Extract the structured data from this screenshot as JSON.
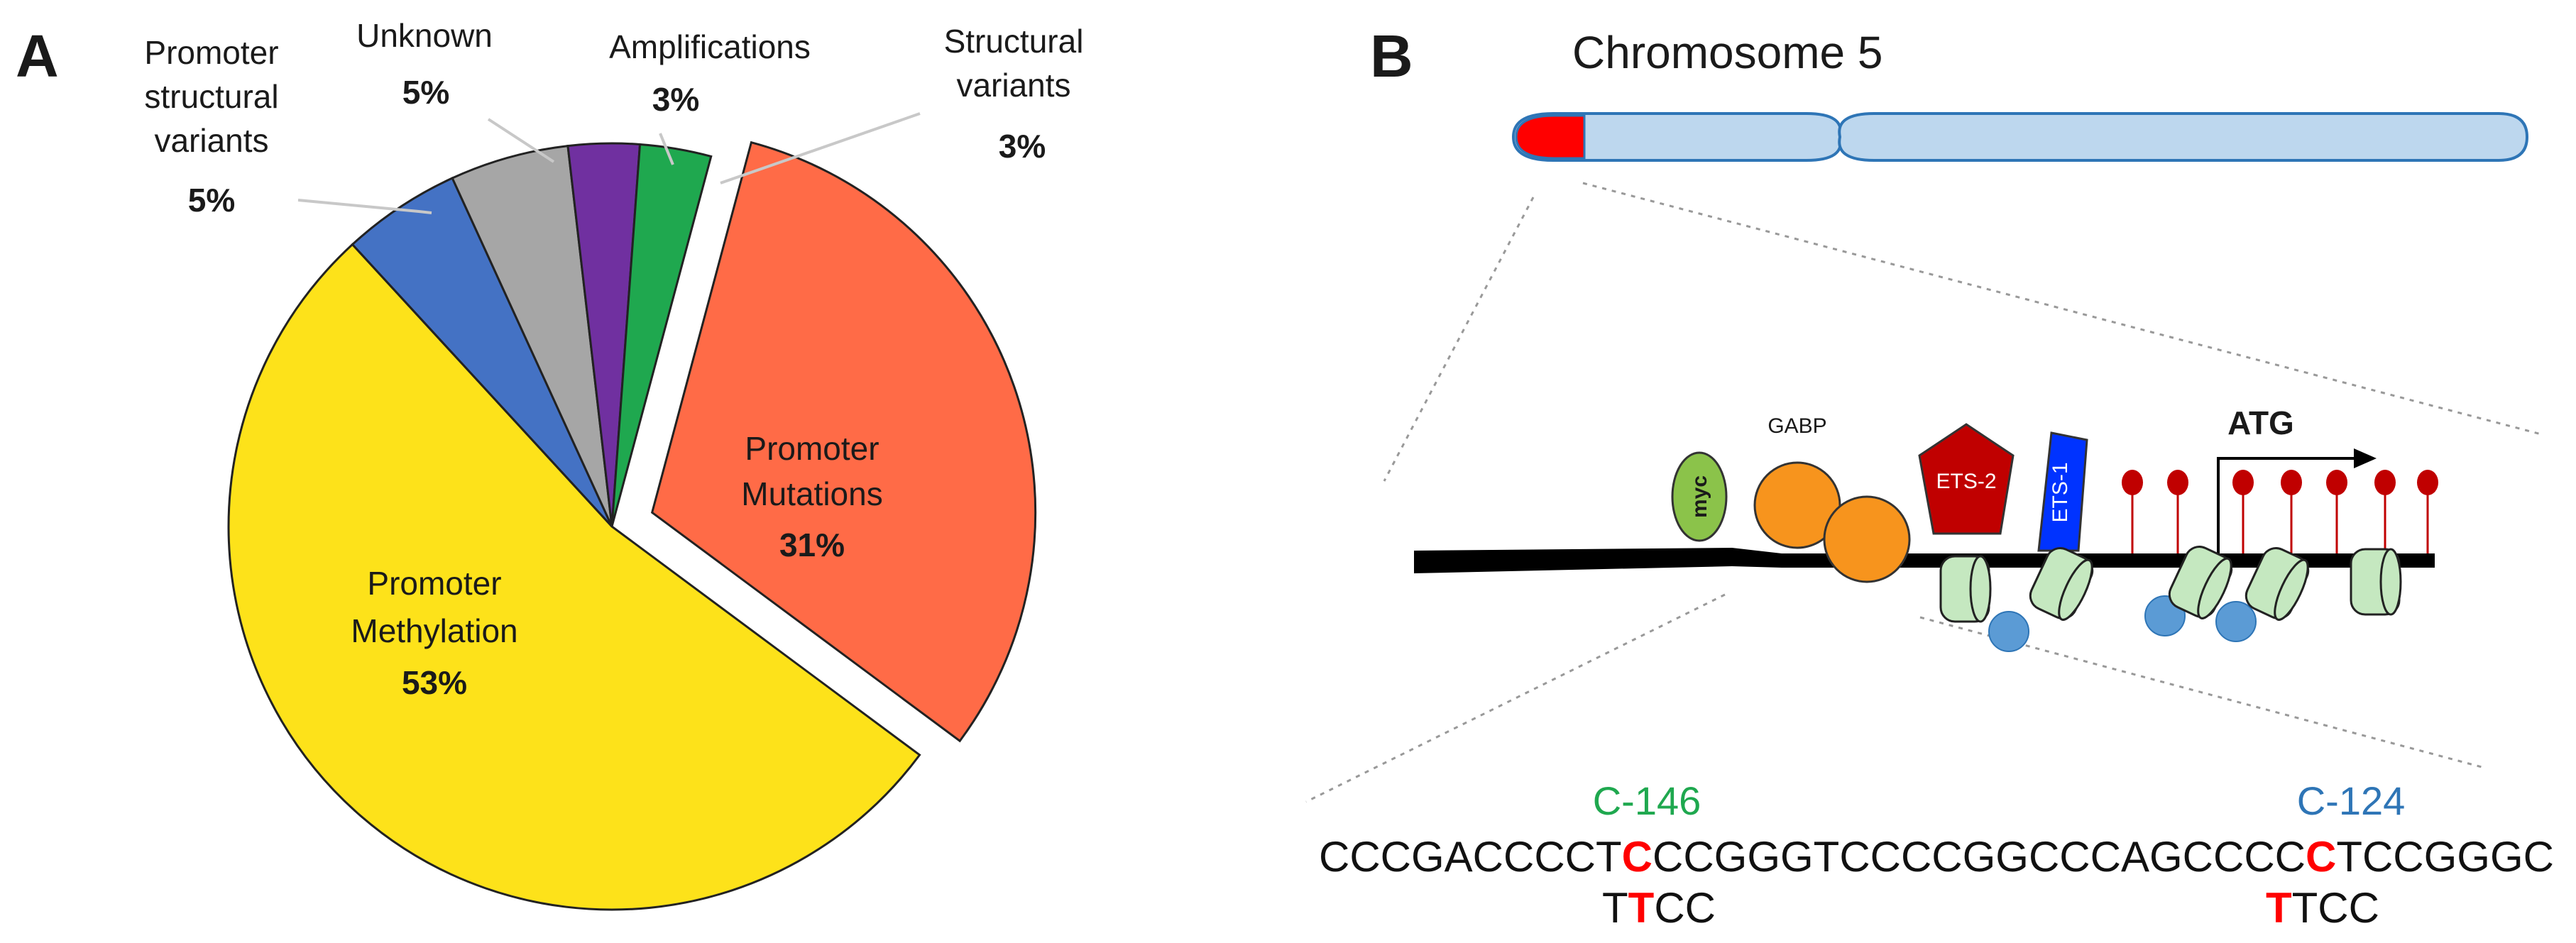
{
  "panels": {
    "a": "A",
    "b": "B"
  },
  "chart_data": {
    "type": "pie",
    "slices": [
      {
        "name": "Promoter Mutations",
        "value": 31,
        "label": "31%",
        "color": "#FF6B47",
        "exploded": true
      },
      {
        "name": "Promoter Methylation",
        "value": 53,
        "label": "53%",
        "color": "#FDE21A"
      },
      {
        "name": "Promoter structural variants",
        "value": 5,
        "label": "5%",
        "color": "#4472C4"
      },
      {
        "name": "Unknown",
        "value": 5,
        "label": "5%",
        "color": "#A6A6A6"
      },
      {
        "name": "Amplifications",
        "value": 3,
        "label": "3%",
        "color": "#7030A0"
      },
      {
        "name": "Structural variants",
        "value": 3,
        "label": "3%",
        "color": "#1FA84F"
      }
    ]
  },
  "labels": {
    "mutations": {
      "l1": "Promoter",
      "l2": "Mutations",
      "pct": "31%"
    },
    "methylation": {
      "l1": "Promoter",
      "l2": "Methylation",
      "pct": "53%"
    },
    "psv": {
      "l1": "Promoter",
      "l2": "structural",
      "l3": "variants",
      "pct": "5%"
    },
    "unknown": {
      "l1": "Unknown",
      "pct": "5%"
    },
    "amp": {
      "l1": "Amplifications",
      "pct": "3%"
    },
    "sv": {
      "l1": "Structural",
      "l2": "variants",
      "pct": "3%"
    }
  },
  "panel_b": {
    "chromosome": "Chromosome 5",
    "atg": "ATG",
    "gabp": "GABP",
    "myc": "myc",
    "ets2": "ETS-2",
    "ets1": "ETS-1",
    "site1": "C-146",
    "site2": "C-124",
    "seq_a": "CCCGACCCCT",
    "seq_b": "C",
    "seq_c": "CCGGGTCCCCGGCCCAGCCCC",
    "seq_d": "C",
    "seq_e": "TCCGGGC",
    "mut1_a": "T",
    "mut1_b": "T",
    "mut1_c": "CC",
    "mut2_a": "T",
    "mut2_b": "TCC",
    "colors": {
      "chrom_fill": "#BDD7EE",
      "chrom_stroke": "#2E75B6",
      "telomere": "#FF0000",
      "site1": "#1FA84F",
      "site2": "#2E75B6",
      "mut": "#FF0000",
      "myc": "#8BC34A",
      "gabp": "#F7941D",
      "ets2": "#C00000",
      "ets1": "#0033FF",
      "cpg": "#C00000",
      "nucleosome": "#C5E8C0",
      "blue_ball": "#5B9BD5"
    }
  }
}
